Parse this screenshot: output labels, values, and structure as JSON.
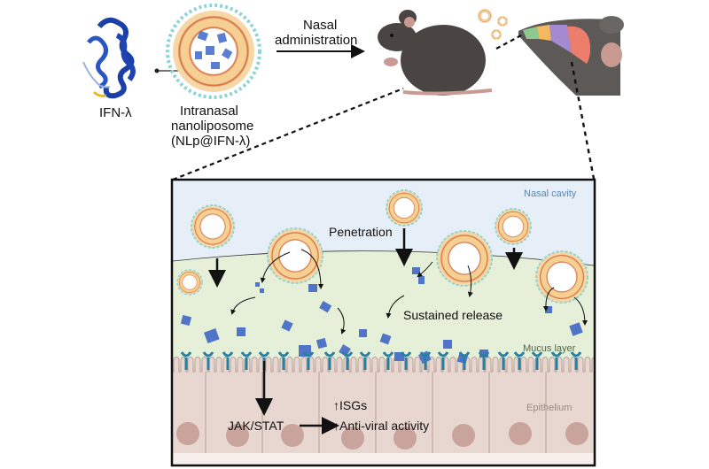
{
  "top_row": {
    "protein_label": "IFN-λ",
    "nanoliposome_label_line1": "Intranasal",
    "nanoliposome_label_line2": "nanoliposome",
    "nanoliposome_label_line3": "(NLp@IFN-λ)",
    "arrow_label_line1": "Nasal",
    "arrow_label_line2": "administration"
  },
  "panel": {
    "region_nasal_cavity": "Nasal cavity",
    "region_mucus": "Mucus layer",
    "region_epithelium": "Epithelium",
    "step_penetration": "Penetration",
    "step_release": "Sustained release",
    "pathway": "JAK/STAT",
    "outcome_isgs": "ISGs",
    "outcome_antiviral": "Anti-viral activity",
    "up_arrow": "↑"
  },
  "colors": {
    "nasal_cavity": "#e6eff8",
    "mucus": "#e6efd7",
    "epithelium": "#e8d6d0",
    "nucleus": "#c9a49c",
    "ifn_blue": "#4f74c8",
    "receptor": "#2a7fa0",
    "lipid_orange": "#f2b36b",
    "peg_cyan": "#8fd3d3",
    "mouse": "#4a4542",
    "label_blue": "#5a86b0",
    "label_green": "#4f6a4a",
    "label_epi": "#9a8a88"
  }
}
